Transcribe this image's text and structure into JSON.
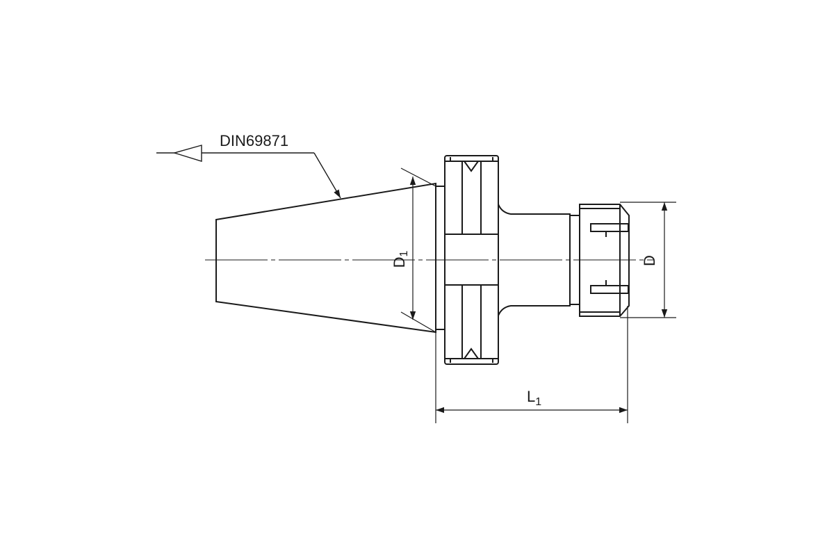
{
  "drawing": {
    "standard_label": "DIN69871",
    "dim_d1": {
      "main": "D",
      "sub": "1"
    },
    "dim_l1": {
      "main": "L",
      "sub": "1"
    },
    "dim_d": "D",
    "line_color": "#1a1a1a"
  }
}
